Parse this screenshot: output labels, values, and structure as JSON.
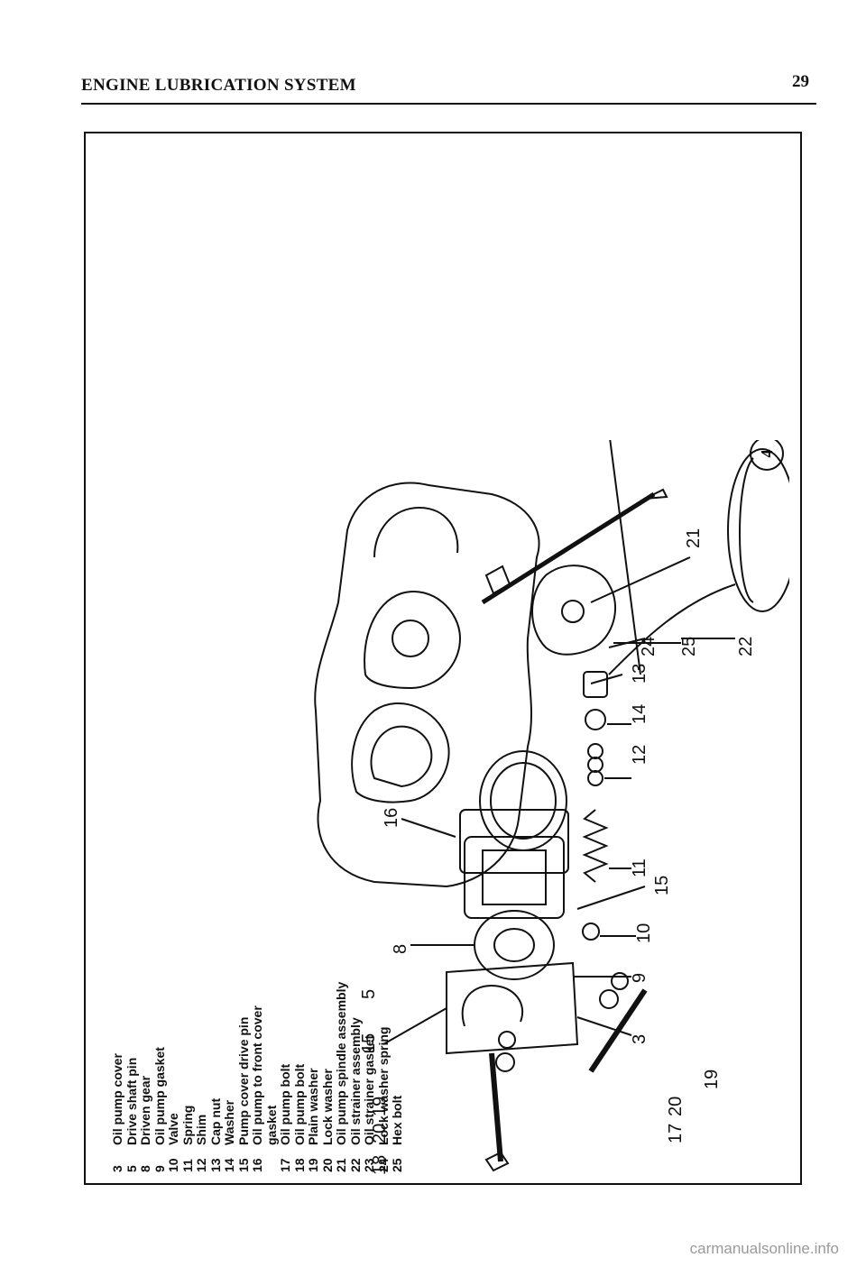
{
  "header": {
    "title": "ENGINE LUBRICATION SYSTEM",
    "page_number": "29"
  },
  "figure": {
    "number": "4",
    "legend": [
      {
        "num": "3",
        "text": "Oil pump cover"
      },
      {
        "num": "5",
        "text": "Drive shaft pin"
      },
      {
        "num": "8",
        "text": "Driven gear"
      },
      {
        "num": "9",
        "text": "Oil pump gasket"
      },
      {
        "num": "10",
        "text": "Valve"
      },
      {
        "num": "11",
        "text": "Spring"
      },
      {
        "num": "12",
        "text": "Shim"
      },
      {
        "num": "13",
        "text": "Cap nut"
      },
      {
        "num": "14",
        "text": "Washer"
      },
      {
        "num": "15",
        "text": "Pump cover drive pin"
      },
      {
        "num": "16",
        "text": "Oil pump to front cover",
        "cont": "gasket"
      },
      {
        "num": "17",
        "text": "Oil pump bolt"
      },
      {
        "num": "18",
        "text": "Oil pump bolt"
      },
      {
        "num": "19",
        "text": "Plain washer"
      },
      {
        "num": "20",
        "text": "Lock washer"
      },
      {
        "num": "21",
        "text": "Oil pump spindle assembly"
      },
      {
        "num": "22",
        "text": "Oil strainer assembly"
      },
      {
        "num": "23",
        "text": "Oil strainer gasket"
      },
      {
        "num": "24",
        "text": "Lock washer spring"
      },
      {
        "num": "25",
        "text": "Hex bolt"
      }
    ],
    "callouts": [
      "21",
      "23",
      "24",
      "25",
      "22",
      "16",
      "12",
      "13",
      "14",
      "11",
      "8",
      "15",
      "10",
      "5",
      "9",
      "15",
      "3",
      "19",
      "20",
      "17",
      "19",
      "20",
      "18"
    ]
  },
  "watermark": "carmanualsonline.info"
}
